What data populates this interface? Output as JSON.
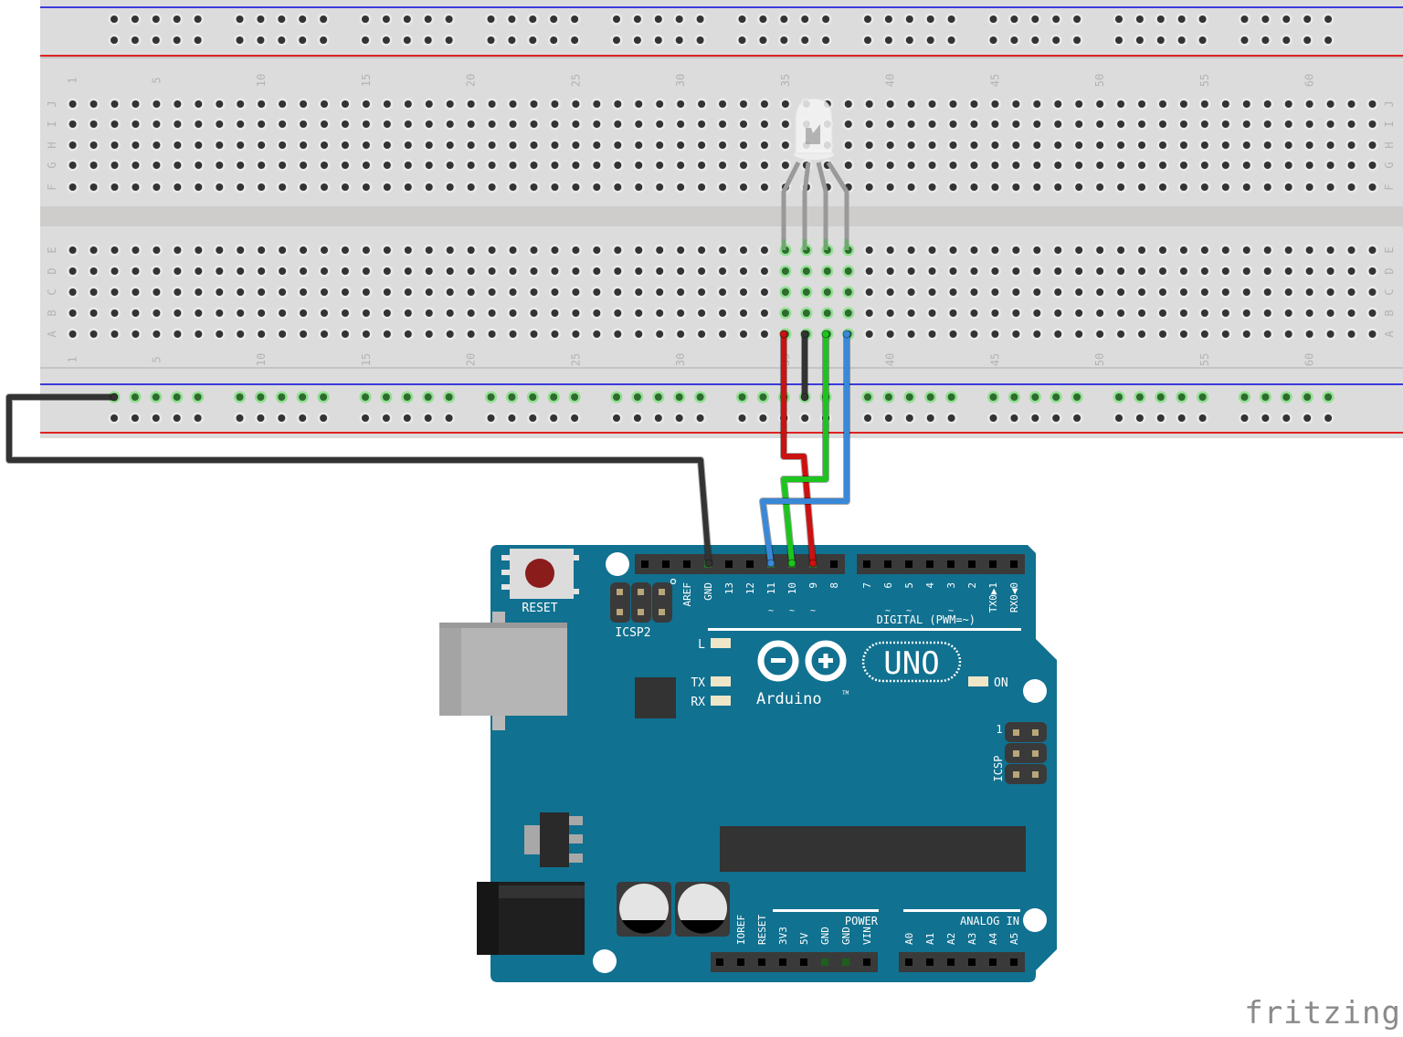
{
  "app": "fritzing",
  "watermark": "fritzing",
  "colors": {
    "breadboard": "#dcdcdc",
    "breadboard_gap": "#cfcdcc",
    "hole": "#333333",
    "hole_active": "#2e6b2e",
    "hole_glow": "#7fe07f",
    "rail_blue": "#3b3bdc",
    "rail_red": "#e02222",
    "label": "#b3b3b3",
    "board": "#117190",
    "header": "#3a3a3a",
    "wire_black": "#333333",
    "wire_red": "#cc1111",
    "wire_green": "#1ec41e",
    "wire_blue": "#3a88d8",
    "led_lead": "#999999",
    "reset_button": "#8b1c1c"
  },
  "breadboard": {
    "columns": 63,
    "column_labels": [
      "1",
      "5",
      "10",
      "15",
      "20",
      "25",
      "30",
      "35",
      "40",
      "45",
      "50",
      "55",
      "60"
    ],
    "top_row_labels": [
      "J",
      "I",
      "H",
      "G",
      "F"
    ],
    "bottom_row_labels": [
      "E",
      "D",
      "C",
      "B",
      "A"
    ],
    "active_columns": [
      35,
      36,
      37,
      38
    ],
    "active_rail": "top-of-bottom-rail"
  },
  "led": {
    "type": "RGB LED (common cathode)",
    "legs": [
      "red",
      "cathode",
      "green",
      "blue"
    ],
    "columns": [
      35,
      36,
      37,
      38
    ]
  },
  "wires": [
    {
      "color": "red",
      "from": "breadboard A35",
      "to": "Arduino pin ~9"
    },
    {
      "color": "black",
      "from": "breadboard A36",
      "to": "ground rail"
    },
    {
      "color": "green",
      "from": "breadboard A37",
      "to": "Arduino pin ~10"
    },
    {
      "color": "blue",
      "from": "breadboard A38",
      "to": "Arduino pin ~11"
    },
    {
      "color": "black",
      "from": "ground rail",
      "to": "Arduino GND"
    }
  ],
  "arduino": {
    "model": "UNO",
    "brand": "Arduino",
    "tm": "TM",
    "reset_label": "RESET",
    "icsp2_label": "ICSP2",
    "icsp_label": "ICSP",
    "icsp_pin1": "1",
    "digital_label": "DIGITAL (PWM=~)",
    "led_L": "L",
    "led_TX": "TX",
    "led_RX": "RX",
    "led_ON": "ON",
    "power_label": "POWER",
    "analog_label": "ANALOG IN",
    "digital_pins_left": [
      "AREF",
      "GND",
      "13",
      "12",
      "~11",
      "~10",
      "~9",
      "8"
    ],
    "digital_pins_right": [
      "7",
      "~6",
      "~5",
      "4",
      "~3",
      "2",
      "TX0▶1",
      "RX0◀0"
    ],
    "power_pins": [
      "IOREF",
      "RESET",
      "3V3",
      "5V",
      "GND",
      "GND",
      "VIN"
    ],
    "analog_pins": [
      "A0",
      "A1",
      "A2",
      "A3",
      "A4",
      "A5"
    ]
  }
}
